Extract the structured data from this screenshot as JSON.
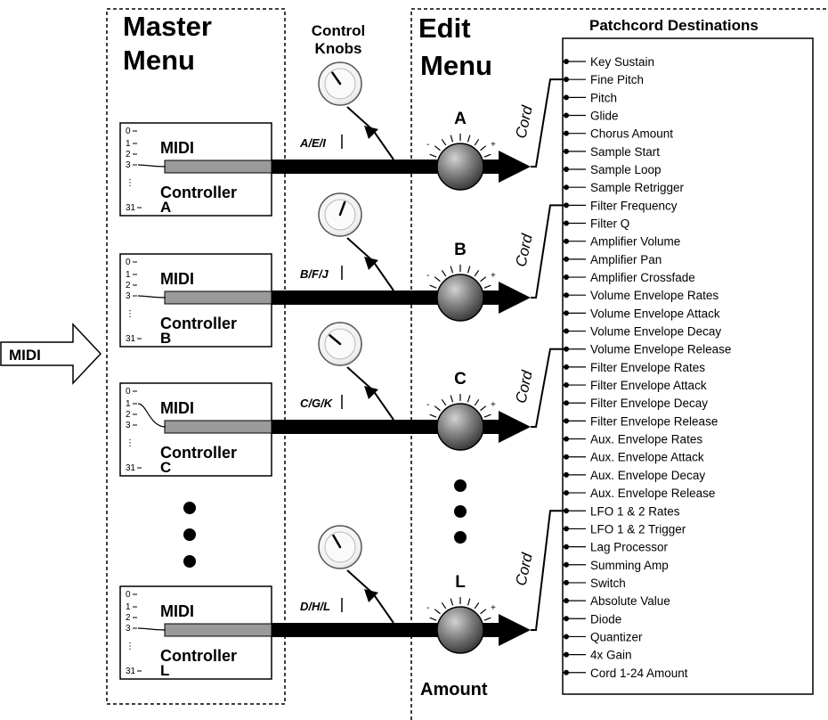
{
  "master_menu": {
    "line1": "Master",
    "line2": "Menu"
  },
  "control_knobs": {
    "line1": "Control",
    "line2": "Knobs"
  },
  "edit_menu": {
    "line1": "Edit",
    "line2": "Menu"
  },
  "amount_label": "Amount",
  "midi_input_label": "MIDI",
  "cord_label": "Cord",
  "patchcord_heading": "Patchcord Destinations",
  "controllers": [
    {
      "line1": "MIDI",
      "line2": "Controller",
      "letter": "A",
      "knob_caption": "A/E/I",
      "amount_letter": "A",
      "scale": [
        "0",
        "1",
        "2",
        "3",
        "⋮",
        "31"
      ]
    },
    {
      "line1": "MIDI",
      "line2": "Controller",
      "letter": "B",
      "knob_caption": "B/F/J",
      "amount_letter": "B",
      "scale": [
        "0",
        "1",
        "2",
        "3",
        "⋮",
        "31"
      ]
    },
    {
      "line1": "MIDI",
      "line2": "Controller",
      "letter": "C",
      "knob_caption": "C/G/K",
      "amount_letter": "C",
      "scale": [
        "0",
        "1",
        "2",
        "3",
        "⋮",
        "31"
      ]
    },
    {
      "line1": "MIDI",
      "line2": "Controller",
      "letter": "L",
      "knob_caption": "D/H/L",
      "amount_letter": "L",
      "scale": [
        "0",
        "1",
        "2",
        "3",
        "⋮",
        "31"
      ]
    }
  ],
  "destinations": [
    "Key Sustain",
    "Fine Pitch",
    "Pitch",
    "Glide",
    "Chorus Amount",
    "Sample Start",
    "Sample Loop",
    "Sample Retrigger",
    "Filter Frequency",
    "Filter Q",
    "Amplifier Volume",
    "Amplifier Pan",
    "Amplifier Crossfade",
    "Volume Envelope Rates",
    "Volume Envelope Attack",
    "Volume Envelope Decay",
    "Volume Envelope Release",
    "Filter Envelope Rates",
    "Filter Envelope Attack",
    "Filter Envelope Decay",
    "Filter Envelope Release",
    "Aux. Envelope Rates",
    "Aux. Envelope Attack",
    "Aux. Envelope Decay",
    "Aux. Envelope Release",
    "LFO 1 & 2 Rates",
    "LFO 1 & 2 Trigger",
    "Lag Processor",
    "Summing Amp",
    "Switch",
    "Absolute Value",
    "Diode",
    "Quantizer",
    "4x Gain",
    "Cord 1-24 Amount"
  ]
}
